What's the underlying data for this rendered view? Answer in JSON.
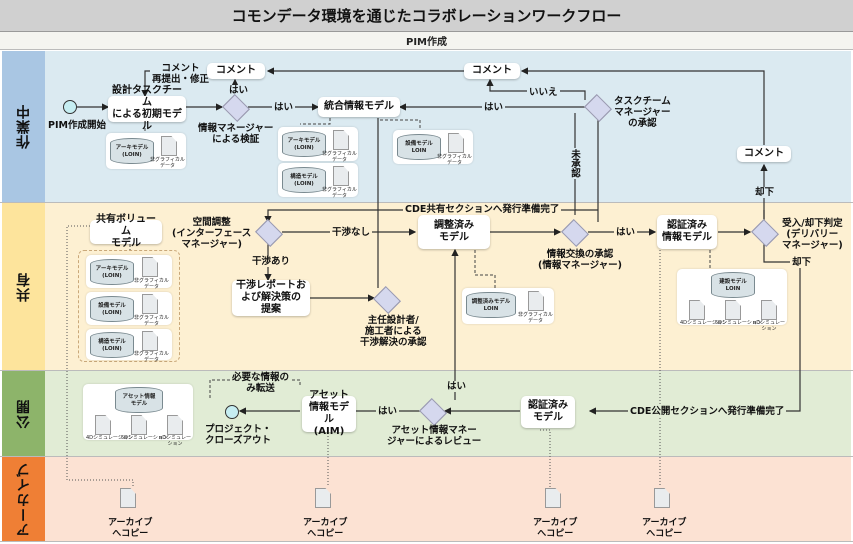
{
  "title": "コモンデータ環境を通じたコラボレーションワークフロー",
  "subtitle": "PIM作成",
  "lanes": {
    "work": "作業中",
    "share": "共有",
    "publish": "公開",
    "archive": "アーカイブ"
  },
  "work": {
    "start_label": "PIM作成開始",
    "initial_model": "設計タスクチーム\nによる初期モデル",
    "comment_resubmit": "コメント\n再提出・修正",
    "comment1": "コメント",
    "yes1": "はい",
    "im_verify": "情報マネージャー\nによる検証",
    "yes2": "はい",
    "federated_model": "統合情報モデル",
    "comment2": "コメント",
    "no": "いいえ",
    "yes3": "はい",
    "task_manager_approval": "タスクチーム\nマネージャー\nの承認",
    "unapproved": "未承認",
    "comment3": "コメント",
    "reject": "却下",
    "card1": {
      "model": "アーキモデル\n(LOIN)",
      "doc": "非グラフィカル\nデータ"
    },
    "card2": {
      "model": "アーキモデル\n(LOIN)",
      "doc": "非グラフィカル\nデータ"
    },
    "card3": {
      "model": "構造モデル\n(LOIN)",
      "doc": "非グラフィカル\nデータ"
    },
    "card4": {
      "model": "設備モデル\nLOIN",
      "doc": "非グラフィカル\nデータ"
    }
  },
  "share": {
    "shared_volume": "共有ボリューム\nモデル",
    "spatial_coord": "空間調整\n(インターフェース\nマネージャー)",
    "clash_yes": "干渉あり",
    "clash_no": "干渉なし",
    "clash_report": "干渉レポートお\nよび解決策の\n提案",
    "lead_approval": "主任設計者/\n施工者による\n干渉解決の承認",
    "cde_shared_ready": "CDE共有セクションへ発行準備完了",
    "coordinated_model": "調整済み\nモデル",
    "exchange_approval": "情報交換の承認\n(情報マネージャー)",
    "yes": "はい",
    "certified_info_model": "認証済み\n情報モデル",
    "accept_reject": "受入/却下判定\n(デリバリー\nマネージャー)",
    "reject": "却下",
    "vol_cards": [
      {
        "model": "アーキモデル\n(LOIN)",
        "doc": "非グラフィカル\nデータ"
      },
      {
        "model": "設備モデル\n(LOIN)",
        "doc": "非グラフィカル\nデータ"
      },
      {
        "model": "構造モデル\n(LOIN)",
        "doc": "非グラフィカル\nデータ"
      }
    ],
    "coord_card": {
      "model": "調整済みモデル\nLOIN",
      "doc": "非グラフィカル\nデータ"
    },
    "building_card": {
      "model": "建設モデル\nLOIN",
      "docs": [
        "4Dシミュレーション",
        "5Dシミュレーション",
        "nDシミュレーション"
      ]
    }
  },
  "publish": {
    "asset_card": {
      "model": "アセット情報\nモデル",
      "docs": [
        "4Dシミュレーション",
        "5Dシミュレーション",
        "nDシミュレーション"
      ]
    },
    "transfer_only": "必要な情報の\nみ転送",
    "close_out": "プロジェクト・\nクローズアウト",
    "aim": "アセット\n情報モデル\n(AIM)",
    "yes1": "はい",
    "yes2": "はい",
    "asset_review": "アセット情報マネー\nジャーによるレビュー",
    "certified_model": "認証済み\nモデル",
    "cde_publish_ready": "CDE公開セクションへ発行準備完了"
  },
  "archive": {
    "copies": [
      "アーカイブ\nへコピー",
      "アーカイブ\nへコピー",
      "アーカイブ\nへコピー",
      "アーカイブ\nへコピー"
    ]
  }
}
